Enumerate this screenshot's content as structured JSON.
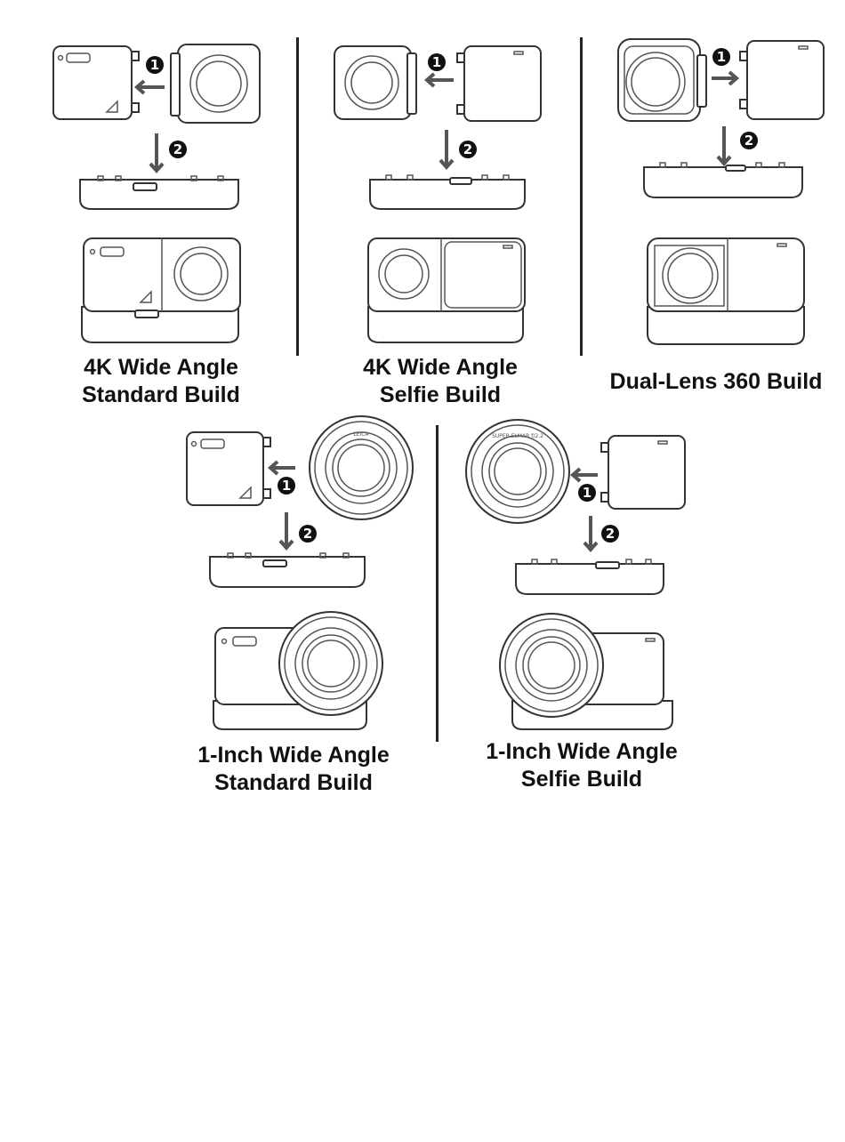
{
  "builds": [
    {
      "id": "4k-standard",
      "title_lines": [
        "4K Wide Angle",
        "Standard Build"
      ]
    },
    {
      "id": "4k-selfie",
      "title_lines": [
        "4K Wide Angle",
        "Selfie Build"
      ]
    },
    {
      "id": "dual-360",
      "title_lines": [
        "Dual-Lens 360 Build"
      ]
    },
    {
      "id": "1inch-standard",
      "title_lines": [
        "1-Inch Wide Angle",
        "Standard Build"
      ]
    },
    {
      "id": "1inch-selfie",
      "title_lines": [
        "1-Inch Wide Angle",
        "Selfie Build"
      ]
    }
  ],
  "steps": [
    "1",
    "2"
  ],
  "lens_texts": {
    "brand": "LEICA",
    "engraving": "SUPER-ELMAR f/2.2"
  },
  "colors": {
    "line": "#333333",
    "arrow": "#555555",
    "badge": "#111111"
  }
}
